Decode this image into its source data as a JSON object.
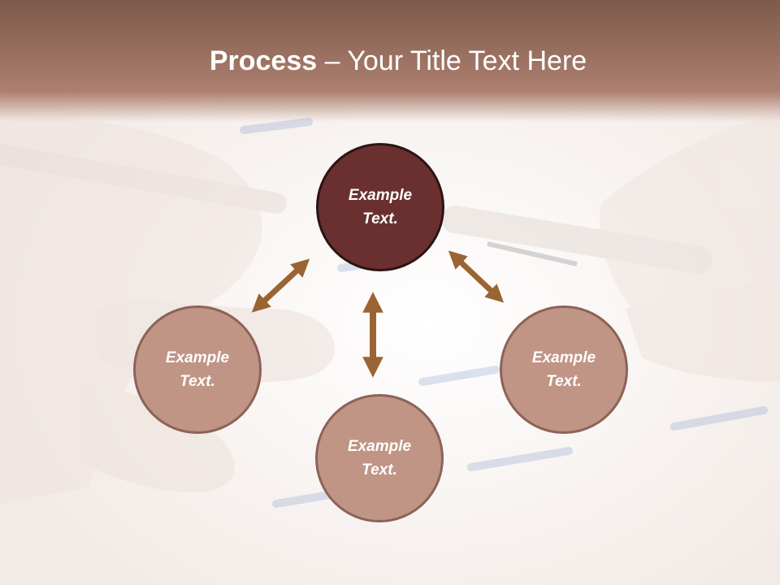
{
  "title": {
    "bold": "Process",
    "rest": " – Your Title Text Here"
  },
  "nodes": {
    "top": "Example Text.",
    "left": "Example Text.",
    "bottom": "Example Text.",
    "right": "Example Text."
  },
  "colors": {
    "header_band": "#a87868",
    "primary_circle": "#6a3030",
    "secondary_circle": "#c09585",
    "arrow": "#9a6433"
  }
}
